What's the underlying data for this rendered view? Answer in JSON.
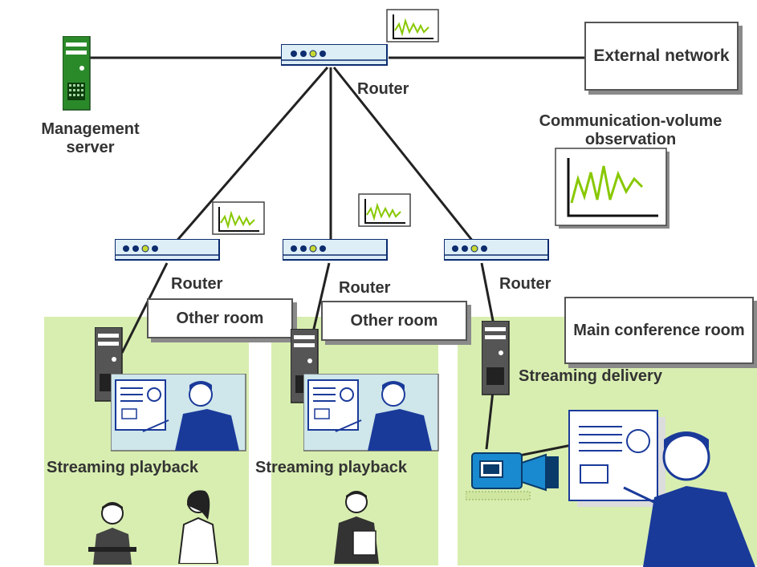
{
  "labels": {
    "external_network": "External network",
    "router_top": "Router",
    "router_1": "Router",
    "router_2": "Router",
    "router_3": "Router",
    "management_server": "Management server",
    "observation": "Communication-volume observation",
    "other_room_1": "Other room",
    "other_room_2": "Other room",
    "main_room": "Main conference room",
    "streaming_delivery": "Streaming delivery",
    "playback_1": "Streaming playback",
    "playback_2": "Streaming playback"
  },
  "colors": {
    "room_fill": "#d8eeb0",
    "router_body": "#ddeef7",
    "router_led_on": "#c8d832",
    "router_led": "#0c2c6e",
    "server_green": "#2a8a2a",
    "server_gray": "#555555",
    "graph_line": "#88c800",
    "person_blue": "#1a3a9a",
    "camera_blue": "#1a8ad0",
    "slide_bg": "#cfe6ea"
  },
  "icons": [
    "router-icon",
    "server-icon",
    "graph-icon",
    "presenter-icon",
    "camera-icon",
    "person-icon"
  ]
}
